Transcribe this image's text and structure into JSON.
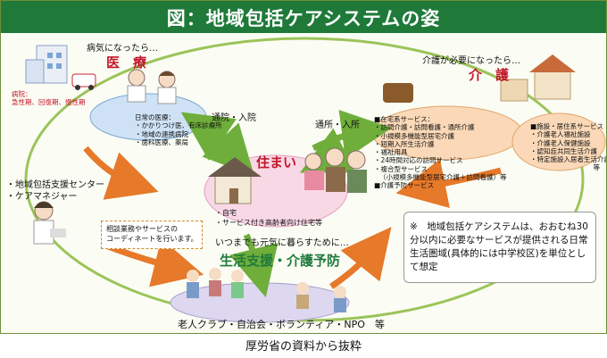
{
  "title": "図：地域包括ケアシステムの姿",
  "caption": "厚労省の資料から抜粋",
  "medical": {
    "lead": "病気になったら…",
    "heading": "医　療",
    "hospital_lines": [
      "病院：",
      "急性期、回復期、慢性期"
    ],
    "daily_lines": [
      "日常の医療：",
      "・かかりつけ医、有床診療所",
      "・地域の連携病院",
      "・歯科医療、薬局"
    ]
  },
  "care": {
    "lead": "介護が必要になったら…",
    "heading": "介　護",
    "home_lines": [
      "■在宅系サービス：",
      "・訪問介護・訪問看護・通所介護",
      "・小規模多機能型居宅介護",
      "・短期入所生活介護",
      "・福祉用具",
      "・24時間対応の訪問サービス",
      "・複合型サービス",
      "（小規模多機能型居宅介護＋訪問看護）等",
      "■介護予防サービス"
    ],
    "facility_lines": [
      "■施設・居住系サービス",
      "・介護老人福祉施設",
      "・介護老人保健施設",
      "・認知症共同生活介護",
      "・特定施設入居者生活介護",
      "等"
    ]
  },
  "home": {
    "heading": "住まい",
    "lines": [
      "・自宅",
      "・サービス付き高齢者向け住宅等"
    ]
  },
  "arrows": {
    "clinic": "通院・入院",
    "daycare": "通所・入所"
  },
  "center": {
    "lines": [
      "・地域包括支援センター",
      "・ケアマネジャー"
    ],
    "coordinate_lines": [
      "相談業務やサービスの",
      "コーディネートを行います。"
    ]
  },
  "support": {
    "lead": "いつまでも元気に暮らすために…",
    "heading": "生活支援・介護予防",
    "footer": "老人クラブ・自治会・ボランティア・NPO　等"
  },
  "note": "※　地域包括ケアシステムは、おおむね30分以内に必要なサービスが提供される日常生活圏域(具体的には中学校区)を単位として想定",
  "colors": {
    "title_bg": "#1f7a3a",
    "medical_oval": "#cfe2f5",
    "care_oval": "#fbd9b8",
    "home_oval": "#f9d8e6",
    "support_oval": "#ddd7ef",
    "green_arrow": "#6fae3b",
    "orange_arrow": "#e6792a"
  }
}
